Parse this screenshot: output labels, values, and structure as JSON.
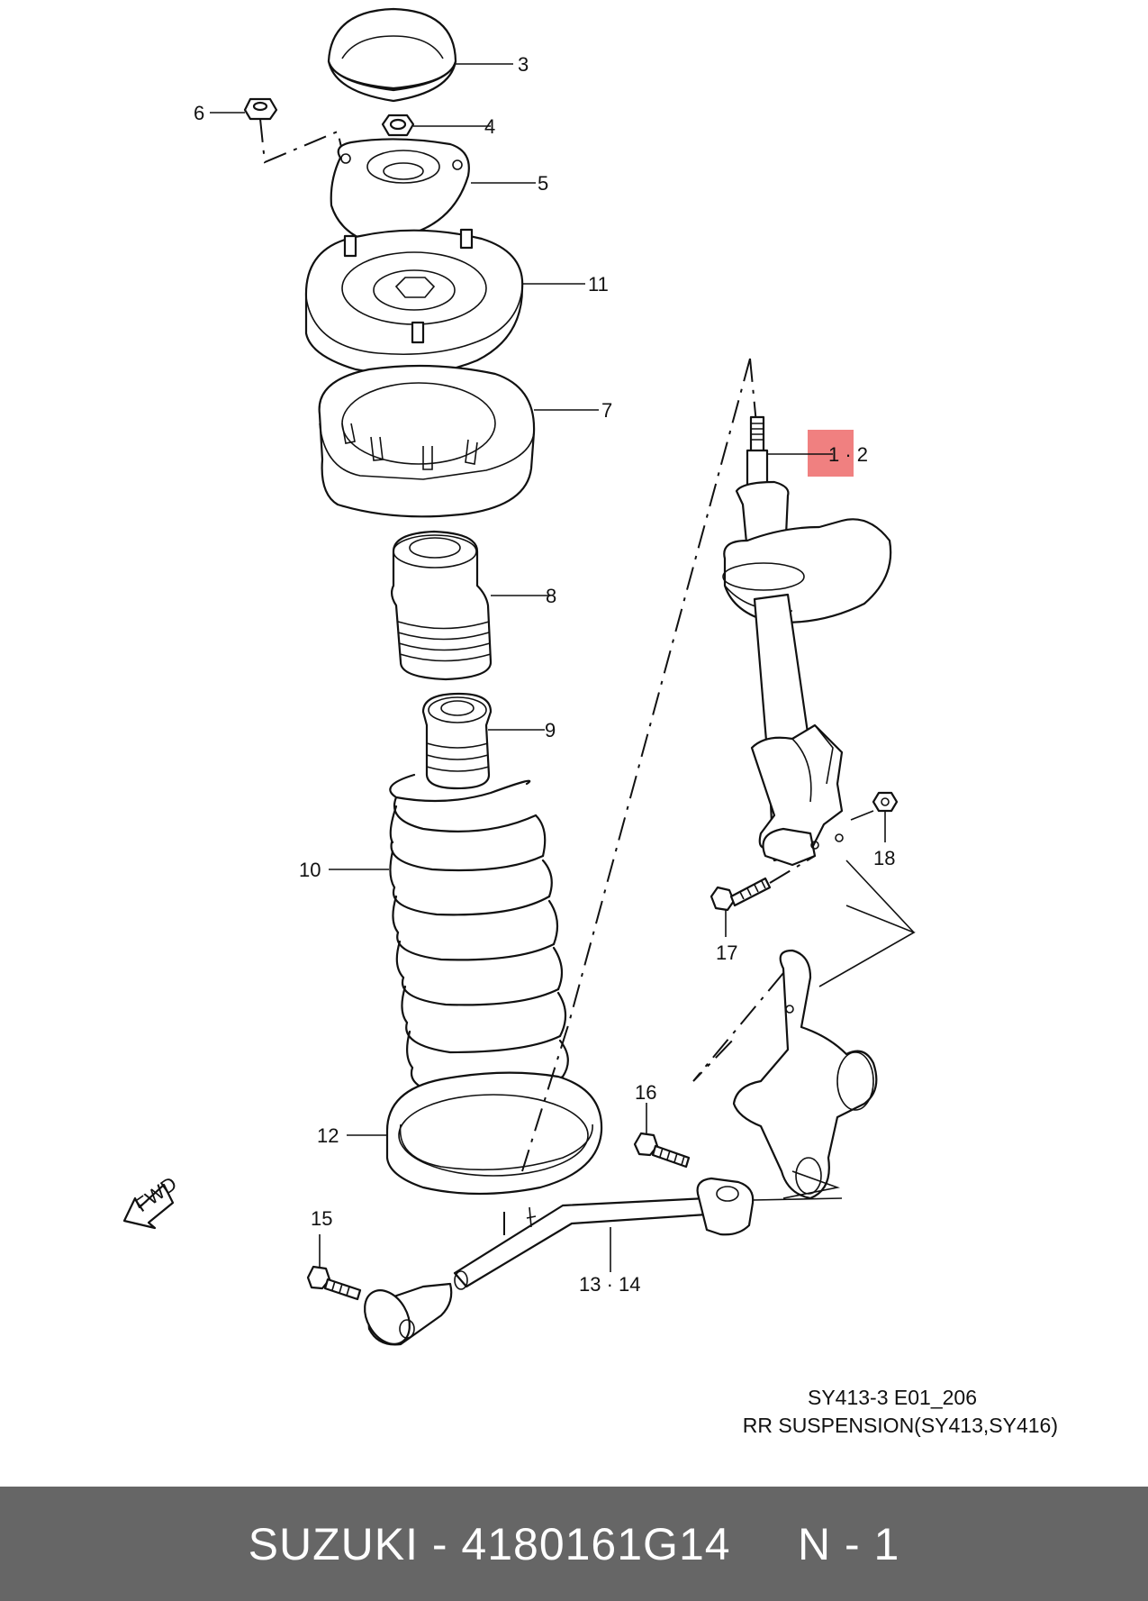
{
  "callouts": {
    "c1": "1 · 2",
    "c3": "3",
    "c4": "4",
    "c5": "5",
    "c6": "6",
    "c7": "7",
    "c8": "8",
    "c9": "9",
    "c10": "10",
    "c11": "11",
    "c12": "12",
    "c13": "13 · 14",
    "c15": "15",
    "c16": "16",
    "c17": "17",
    "c18": "18"
  },
  "fwd_label": "FWD",
  "caption": {
    "code": "SY413-3 E01_206",
    "title": "RR SUSPENSION(SY413,SY416)"
  },
  "footer": {
    "text": "SUZUKI - 4180161G14     N - 1"
  },
  "colors": {
    "highlight": "#f08080",
    "footer_bg": "#666666",
    "footer_text": "#ffffff"
  }
}
